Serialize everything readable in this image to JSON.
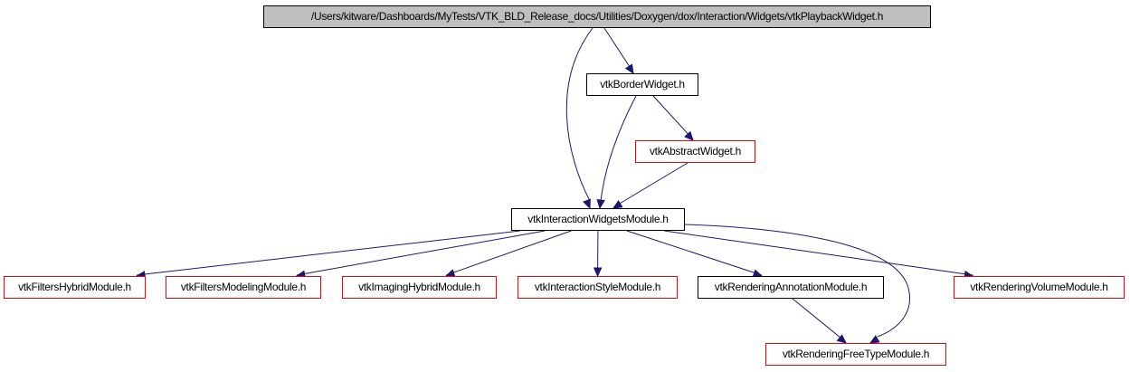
{
  "nodes": [
    {
      "id": "root",
      "label": "/Users/kitware/Dashboards/MyTests/VTK_BLD_Release_docs/Utilities/Doxygen/dox/Interaction/Widgets/vtkPlaybackWidget.h",
      "kind": "root"
    },
    {
      "id": "border",
      "label": "vtkBorderWidget.h",
      "kind": "documented"
    },
    {
      "id": "abstract",
      "label": "vtkAbstractWidget.h",
      "kind": "undocumented"
    },
    {
      "id": "iwm",
      "label": "vtkInteractionWidgetsModule.h",
      "kind": "documented"
    },
    {
      "id": "fhm",
      "label": "vtkFiltersHybridModule.h",
      "kind": "undocumented"
    },
    {
      "id": "fmm",
      "label": "vtkFiltersModelingModule.h",
      "kind": "undocumented"
    },
    {
      "id": "ihm",
      "label": "vtkImagingHybridModule.h",
      "kind": "undocumented"
    },
    {
      "id": "ism",
      "label": "vtkInteractionStyleModule.h",
      "kind": "undocumented"
    },
    {
      "id": "ram",
      "label": "vtkRenderingAnnotationModule.h",
      "kind": "documented"
    },
    {
      "id": "rvm",
      "label": "vtkRenderingVolumeModule.h",
      "kind": "undocumented"
    },
    {
      "id": "rftm",
      "label": "vtkRenderingFreeTypeModule.h",
      "kind": "undocumented"
    }
  ],
  "edges": [
    [
      "root",
      "border"
    ],
    [
      "root",
      "iwm"
    ],
    [
      "border",
      "abstract"
    ],
    [
      "border",
      "iwm"
    ],
    [
      "abstract",
      "iwm"
    ],
    [
      "iwm",
      "fhm"
    ],
    [
      "iwm",
      "fmm"
    ],
    [
      "iwm",
      "ihm"
    ],
    [
      "iwm",
      "ism"
    ],
    [
      "iwm",
      "ram"
    ],
    [
      "iwm",
      "rvm"
    ],
    [
      "iwm",
      "rftm"
    ],
    [
      "ram",
      "rftm"
    ]
  ],
  "colors": {
    "edge": "#191970",
    "node_border": "#000000",
    "undocumented_border": "#ff0000",
    "root_fill": "#bfbfbf"
  }
}
